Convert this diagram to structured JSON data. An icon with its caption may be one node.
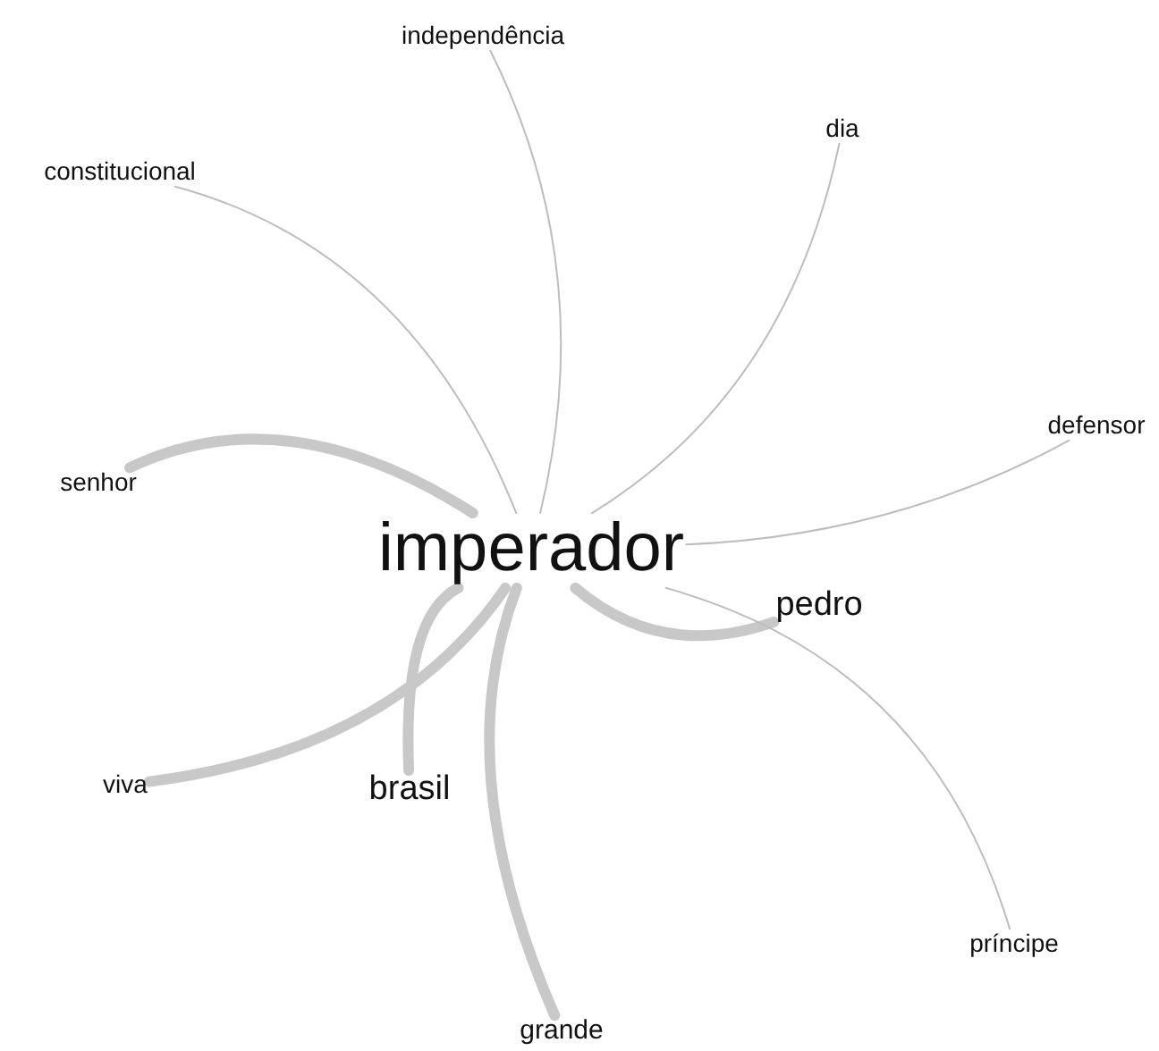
{
  "diagram": {
    "nodes": [
      {
        "text": [
          "imperador"
        ]
      },
      {
        "text": [
          "independência"
        ]
      },
      {
        "text": [
          "dia"
        ]
      },
      {
        "text": [
          "constitucional"
        ]
      },
      {
        "text": [
          "defensor"
        ]
      },
      {
        "text": [
          "senhor"
        ]
      },
      {
        "text": [
          "pedro"
        ]
      },
      {
        "text": [
          "viva"
        ]
      },
      {
        "text": [
          "brasil"
        ]
      },
      {
        "text": [
          "príncipe"
        ]
      },
      {
        "text": [
          "grande"
        ]
      }
    ],
    "edges": [
      {
        "from": 0,
        "to": 1,
        "arrow": "none"
      },
      {
        "from": 0,
        "to": 2,
        "arrow": "none"
      },
      {
        "from": 0,
        "to": 3,
        "arrow": "none"
      },
      {
        "from": 0,
        "to": 4,
        "arrow": "none"
      },
      {
        "from": 0,
        "to": 5,
        "arrow": "none",
        "style": "thick"
      },
      {
        "from": 0,
        "to": 6,
        "arrow": "none",
        "style": "thick"
      },
      {
        "from": 0,
        "to": 7,
        "arrow": "none",
        "style": "thick"
      },
      {
        "from": 0,
        "to": 8,
        "arrow": "none",
        "style": "thick"
      },
      {
        "from": 0,
        "to": 9,
        "arrow": "none"
      },
      {
        "from": 0,
        "to": 10,
        "arrow": "none",
        "style": "thick"
      }
    ]
  }
}
